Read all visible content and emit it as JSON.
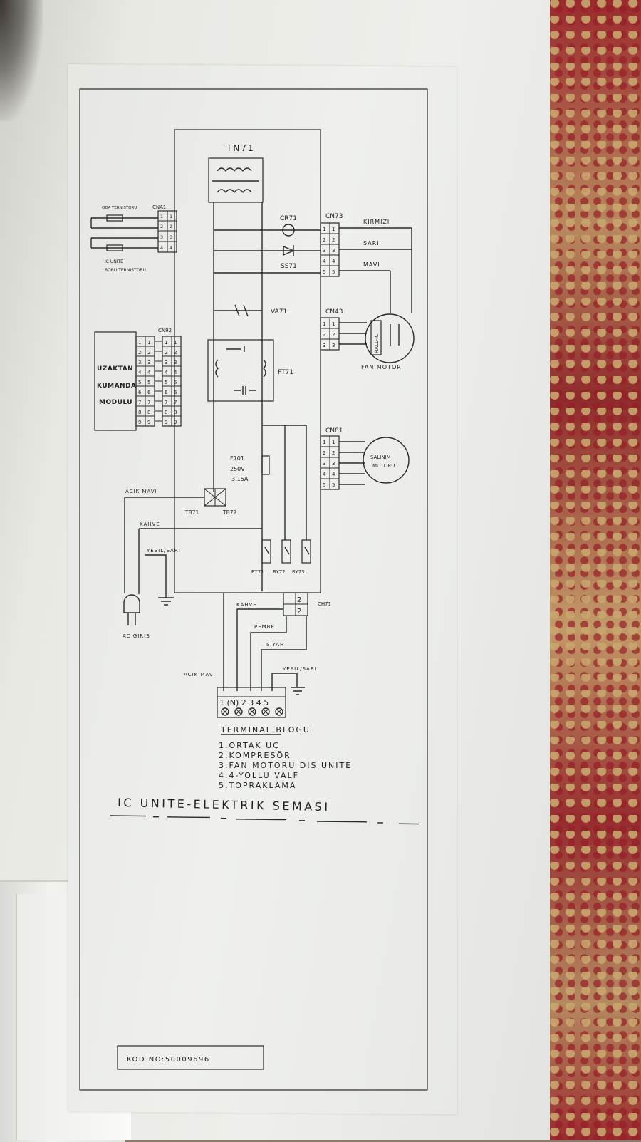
{
  "diagram": {
    "title": "IC UNITE-ELEKTRIK SEMASI",
    "transformer": "TN71",
    "cr71": "CR71",
    "ss71": "SS71",
    "va71": "VA71",
    "ft71": "FT71",
    "cn73": "CN73",
    "cn43": "CN43",
    "cn81": "CN81",
    "cn92": "CN92",
    "cna1": "CNA1",
    "ch71": "CH71",
    "oda_ternistoru": "ODA TERNISTORU",
    "ic_unite": "IC UNITE",
    "boru_ternistoru": "BORU TERNISTORU",
    "remote_module": [
      "UZAKTAN",
      "KUMANDA",
      "MODULU"
    ],
    "wire_kirmizi": "KIRMIZI",
    "wire_sari": "SARI",
    "wire_mavi": "MAVI",
    "hall_ic": "HALL-IC",
    "fan_motor": "FAN MOTOR",
    "salinim_motoru": [
      "SALINIM",
      "MOTORU"
    ],
    "fuse": [
      "F701",
      "250V~",
      "3.15A"
    ],
    "acik_mavi": "ACIK MAVI",
    "acik_mavi_2": "ACIK MAVI",
    "tb71": "TB71",
    "tb72": "TB72",
    "kahve": "KAHVE",
    "kahve_2": "KAHVE",
    "yesil_sari": "YESIL/SARI",
    "yesil_sari_2": "YESIL/SARI",
    "ry71": "RY71",
    "ry72": "RY72",
    "ry73": "RY73",
    "pembe": "PEMBE",
    "siyah": "SIYAH",
    "ac_giris": "AC GIRIS",
    "terminal_numbers": "1 (N) 2 3 4 5",
    "terminal_title": "TERMINAL BLOGU",
    "terminal_items": [
      "1.ORTAK UÇ",
      "2.KOMPRESÖR",
      "3.FAN MOTORU DIS UNITE",
      "4.4-YOLLU VALF",
      "5.TOPRAKLAMA"
    ],
    "kod_no": "KOD NO:50009696",
    "pin_labels_5": [
      "1",
      "2",
      "3",
      "4",
      "5"
    ],
    "pin_labels_3": [
      "1",
      "2",
      "3"
    ],
    "pin_labels_4": [
      "1",
      "2",
      "3",
      "4"
    ],
    "pin_labels_9": [
      "1",
      "2",
      "3",
      "4",
      "5",
      "6",
      "7",
      "8",
      "9"
    ],
    "pin_labels_2": [
      "2",
      "2"
    ]
  }
}
